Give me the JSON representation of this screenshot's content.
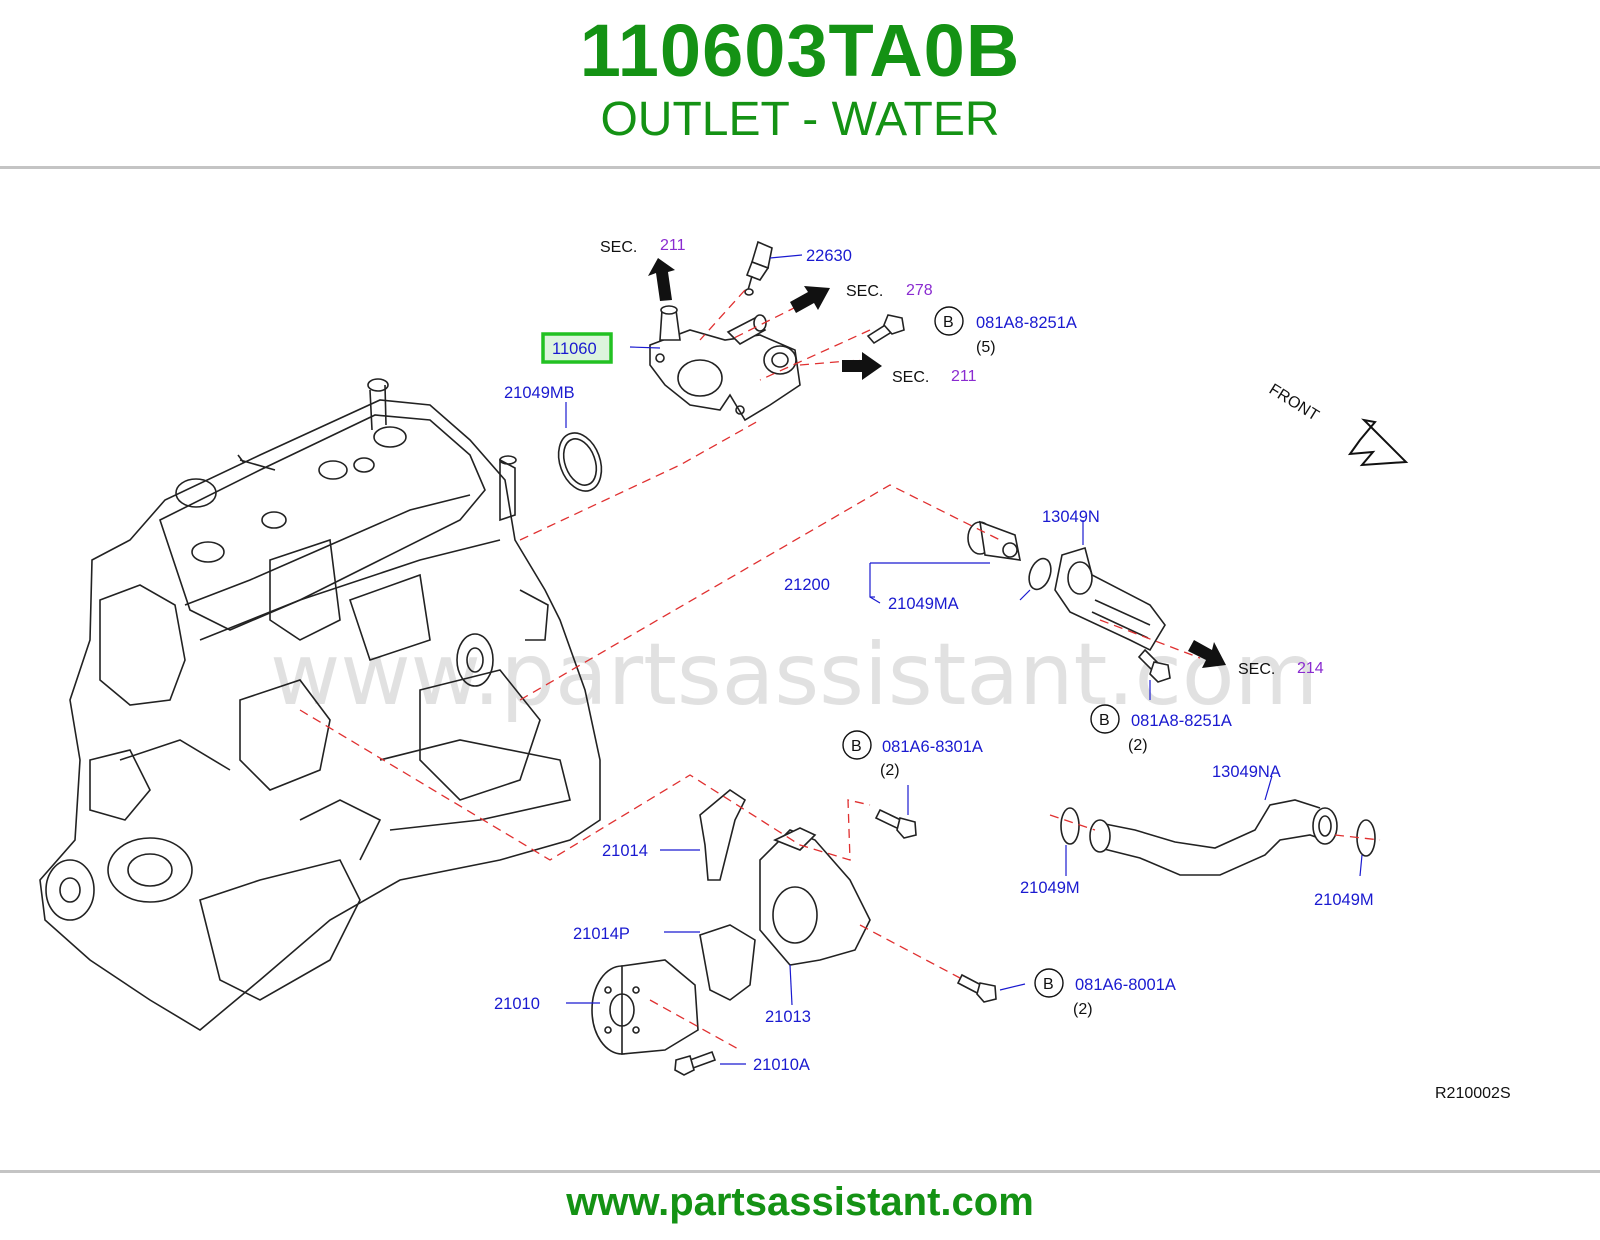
{
  "header": {
    "part_number": "110603TA0B",
    "part_title": "OUTLET - WATER"
  },
  "diagram": {
    "highlighted_part": "11060",
    "parts": {
      "p22630": "22630",
      "p21049MB": "21049MB",
      "p13049N": "13049N",
      "p21200": "21200",
      "p21049MA": "21049MA",
      "p081A8_8251A_top": "081A8-8251A",
      "p081A8_8251A_mid": "081A8-8251A",
      "p081A6_8301A": "081A6-8301A",
      "p081A6_8001A": "081A6-8001A",
      "p13049NA": "13049NA",
      "p21049M_left": "21049M",
      "p21049M_right": "21049M",
      "p21014": "21014",
      "p21014P": "21014P",
      "p21010": "21010",
      "p21013": "21013",
      "p21010A": "21010A"
    },
    "quantities": {
      "q081A8_8251A_top": "(5)",
      "q081A8_8251A_mid": "(2)",
      "q081A6_8301A": "(2)",
      "q081A6_8001A": "(2)"
    },
    "badges": {
      "b1": "B",
      "b2": "B",
      "b3": "B",
      "b4": "B"
    },
    "sections": {
      "sec_label": "SEC.",
      "s211_top": "211",
      "s278": "278",
      "s211_mid": "211",
      "s214": "214"
    },
    "front_label": "FRONT",
    "drawing_code": "R210002S",
    "watermark": "www.partsassistant.com"
  },
  "footer": {
    "url": "www.partsassistant.com"
  },
  "colors": {
    "brand_green": "#149214",
    "part_label_blue": "#1a1ad0",
    "section_purple": "#8a2bd0",
    "dash_red": "#e03030",
    "highlight_green": "#22c122"
  }
}
